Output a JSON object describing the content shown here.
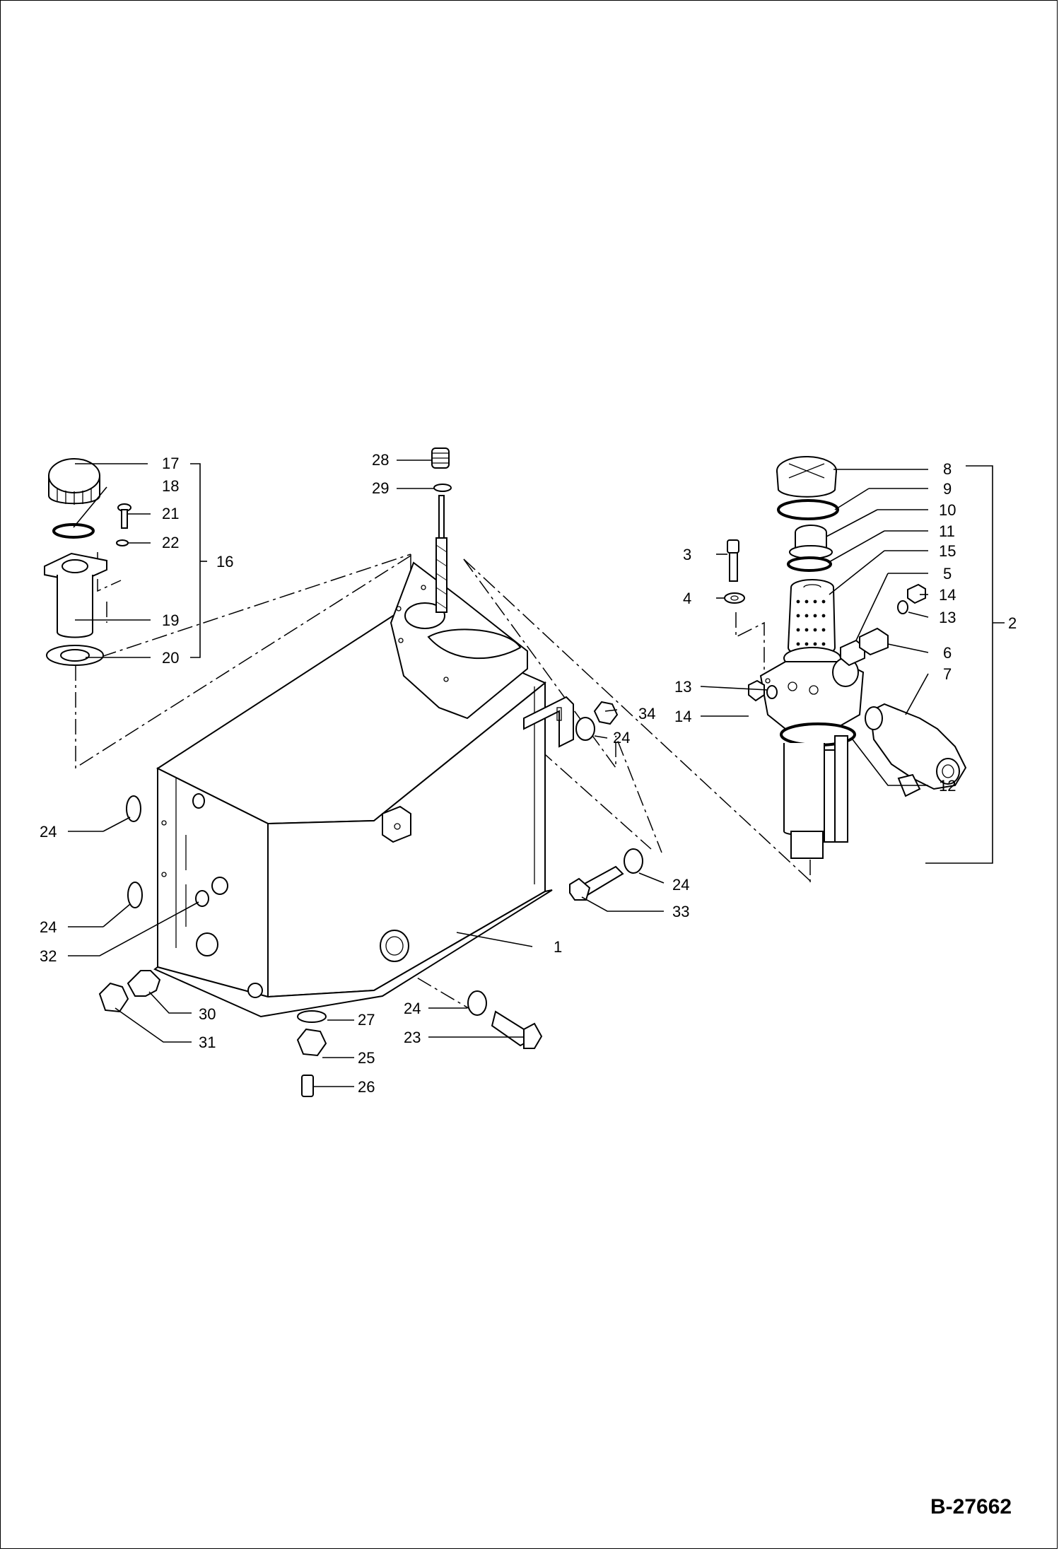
{
  "drawing": {
    "document_number": "B-27662"
  },
  "callouts": {
    "c1": "1",
    "c2": "2",
    "c3": "3",
    "c4": "4",
    "c5": "5",
    "c6": "6",
    "c7": "7",
    "c8": "8",
    "c9": "9",
    "c10": "10",
    "c11": "11",
    "c12": "12",
    "c13a": "13",
    "c13b": "13",
    "c14a": "14",
    "c14b": "14",
    "c15": "15",
    "c16": "16",
    "c17": "17",
    "c18": "18",
    "c19": "19",
    "c20": "20",
    "c21": "21",
    "c22": "22",
    "c23": "23",
    "c24a": "24",
    "c24b": "24",
    "c24c": "24",
    "c24d": "24",
    "c24e": "24",
    "c25": "25",
    "c26": "26",
    "c27": "27",
    "c28": "28",
    "c29": "29",
    "c30": "30",
    "c31": "31",
    "c32": "32",
    "c33": "33",
    "c34": "34"
  }
}
